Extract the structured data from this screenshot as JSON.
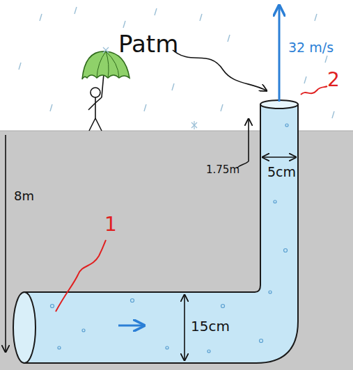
{
  "diagram": {
    "labels": [
      "Patm",
      "32 m/s",
      "2",
      "1.75m",
      "5cm",
      "8m",
      "1",
      "15cm"
    ]
  }
}
